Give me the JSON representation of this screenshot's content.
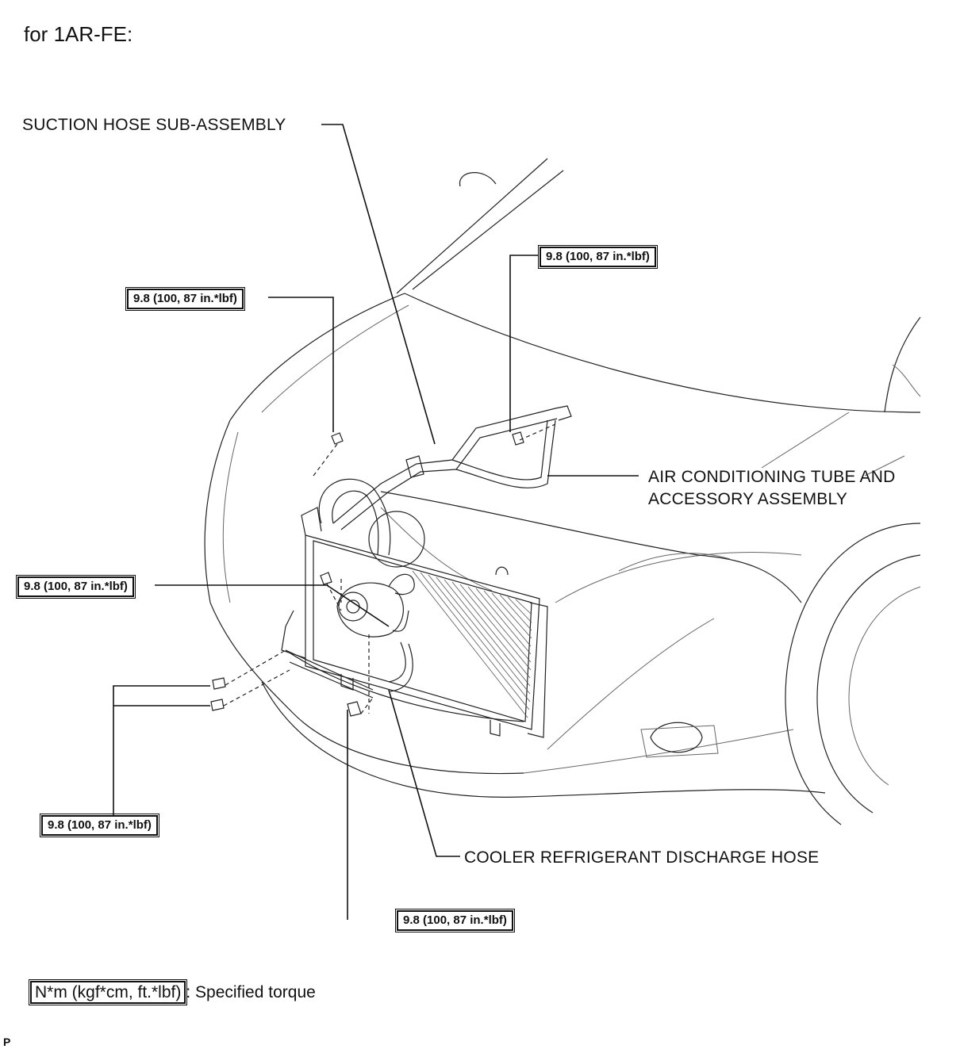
{
  "heading": "for 1AR-FE:",
  "parts": {
    "suction_hose": "SUCTION HOSE SUB-ASSEMBLY",
    "ac_tube_line1": "AIR CONDITIONING TUBE AND",
    "ac_tube_line2": "ACCESSORY ASSEMBLY",
    "discharge_hose": "COOLER REFRIGERANT DISCHARGE HOSE"
  },
  "torques": {
    "upper_left": "9.8 (100, 87 in.*lbf)",
    "upper_right": "9.8 (100, 87 in.*lbf)",
    "middle_left": "9.8 (100, 87 in.*lbf)",
    "lower_left": "9.8 (100, 87 in.*lbf)",
    "bottom": "9.8 (100, 87 in.*lbf)"
  },
  "legend": {
    "unit_box": "N*m (kgf*cm, ft.*lbf)",
    "description": ": Specified torque"
  },
  "corner_code": "P"
}
